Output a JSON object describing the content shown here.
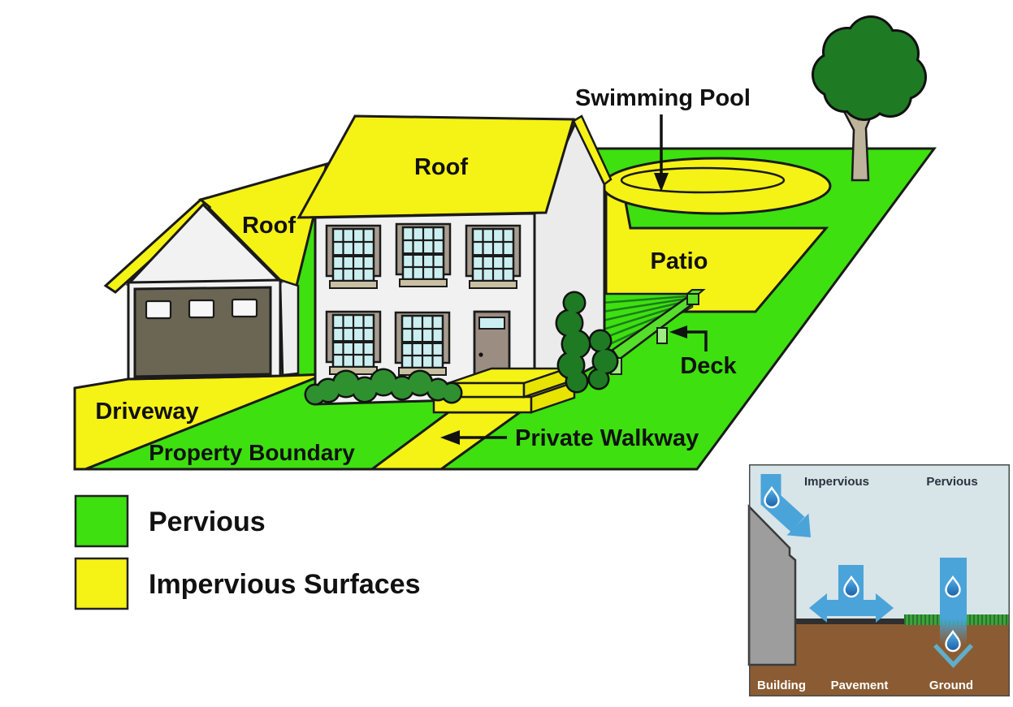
{
  "scene": {
    "labels": {
      "swimming_pool": "Swimming Pool",
      "roof_main": "Roof",
      "roof_garage": "Roof",
      "patio": "Patio",
      "deck": "Deck",
      "driveway": "Driveway",
      "property_boundary": "Property Boundary",
      "private_walkway": "Private Walkway"
    },
    "colors": {
      "pervious_green": "#3EE00F",
      "impervious_yellow": "#F5F215",
      "outline_black": "#1a1a1a",
      "tree_green": "#1F7A24",
      "bush_green": "#2F9030",
      "deck_plank_line": "#1C7D1C",
      "deck_rail": "#55DE2A",
      "house_wall": "#F1F1F1",
      "garage_door": "#6B6554",
      "front_door": "#9C8D83",
      "window_frame": "#A79C90",
      "window_pane": "#CBEFF1",
      "tree_trunk": "#BDB49B"
    }
  },
  "legend": {
    "items": [
      {
        "label": "Pervious",
        "color": "#3EE00F"
      },
      {
        "label": "Impervious Surfaces",
        "color": "#F5F215"
      }
    ]
  },
  "inset": {
    "labels": {
      "impervious": "Impervious",
      "pervious": "Pervious",
      "building": "Building",
      "pavement": "Pavement",
      "ground": "Ground"
    },
    "colors": {
      "sky": "#D7E4E8",
      "ground_brown": "#8B5C33",
      "building_gray": "#9D9D9D",
      "pavement_dark": "#2F2F2F",
      "grass_green": "#3EA23C",
      "arrow_blue": "#4AA4D9",
      "drop_top": "#56B5E9",
      "drop_bottom": "#1A5FA8",
      "chevron_teal": "#5FAECB",
      "label_dark": "#2A3440",
      "label_light": "#FFFFFF"
    }
  }
}
